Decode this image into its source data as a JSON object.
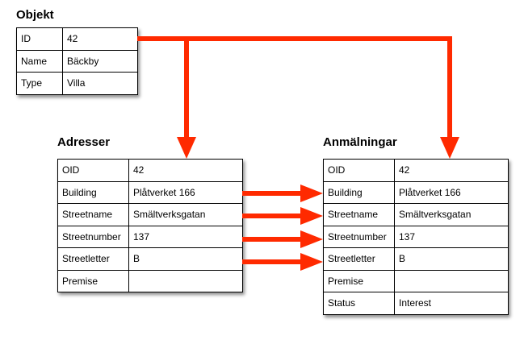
{
  "colors": {
    "arrow": "#ff2a00",
    "border": "#000000"
  },
  "objekt": {
    "title": "Objekt",
    "rows": [
      {
        "key": "ID",
        "value": "42"
      },
      {
        "key": "Name",
        "value": "Bäckby"
      },
      {
        "key": "Type",
        "value": "Villa"
      }
    ]
  },
  "adresser": {
    "title": "Adresser",
    "rows": [
      {
        "key": "OID",
        "value": "42"
      },
      {
        "key": "Building",
        "value": "Plåtverket 166"
      },
      {
        "key": "Streetname",
        "value": "Smältverksgatan"
      },
      {
        "key": "Streetnumber",
        "value": "137"
      },
      {
        "key": "Streetletter",
        "value": "B"
      },
      {
        "key": "Premise",
        "value": ""
      }
    ]
  },
  "anmalningar": {
    "title": "Anmälningar",
    "rows": [
      {
        "key": "OID",
        "value": "42"
      },
      {
        "key": "Building",
        "value": "Plåtverket 166"
      },
      {
        "key": "Streetname",
        "value": "Smältverksgatan"
      },
      {
        "key": "Streetnumber",
        "value": "137"
      },
      {
        "key": "Streetletter",
        "value": "B"
      },
      {
        "key": "Premise",
        "value": ""
      },
      {
        "key": "Status",
        "value": "Interest"
      }
    ]
  }
}
